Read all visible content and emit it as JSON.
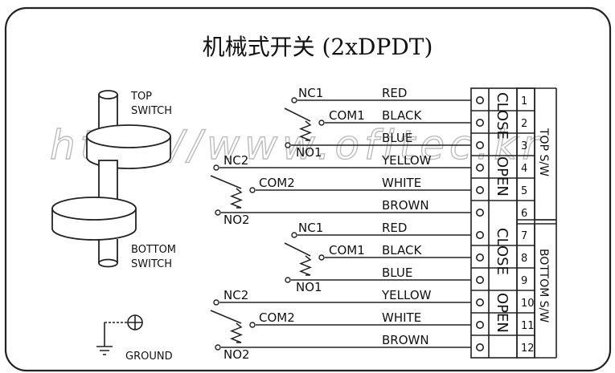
{
  "title": "机械式开关 (2xDPDT)",
  "watermark": "http://www.ofitec.kr",
  "switch_labels": {
    "top": [
      "TOP",
      "SWITCH"
    ],
    "bottom": [
      "BOTTOM",
      "SWITCH"
    ]
  },
  "ground_label": "GROUND",
  "pins": {
    "nc1": "NC1",
    "com1": "COM1",
    "no1": "NO1",
    "nc2": "NC2",
    "com2": "COM2",
    "no2": "NO2"
  },
  "wires": [
    "RED",
    "BLACK",
    "BLUE",
    "YELLOW",
    "WHITE",
    "BROWN",
    "RED",
    "BLACK",
    "BLUE",
    "YELLOW",
    "WHITE",
    "BROWN"
  ],
  "terminals": [
    "1",
    "2",
    "3",
    "4",
    "5",
    "6",
    "7",
    "8",
    "9",
    "10",
    "11",
    "12"
  ],
  "state_labels": {
    "close": "CLOSE",
    "open": "OPEN"
  },
  "groups": {
    "top": "TOP S/W",
    "bottom": "BOTTOM S/W"
  }
}
